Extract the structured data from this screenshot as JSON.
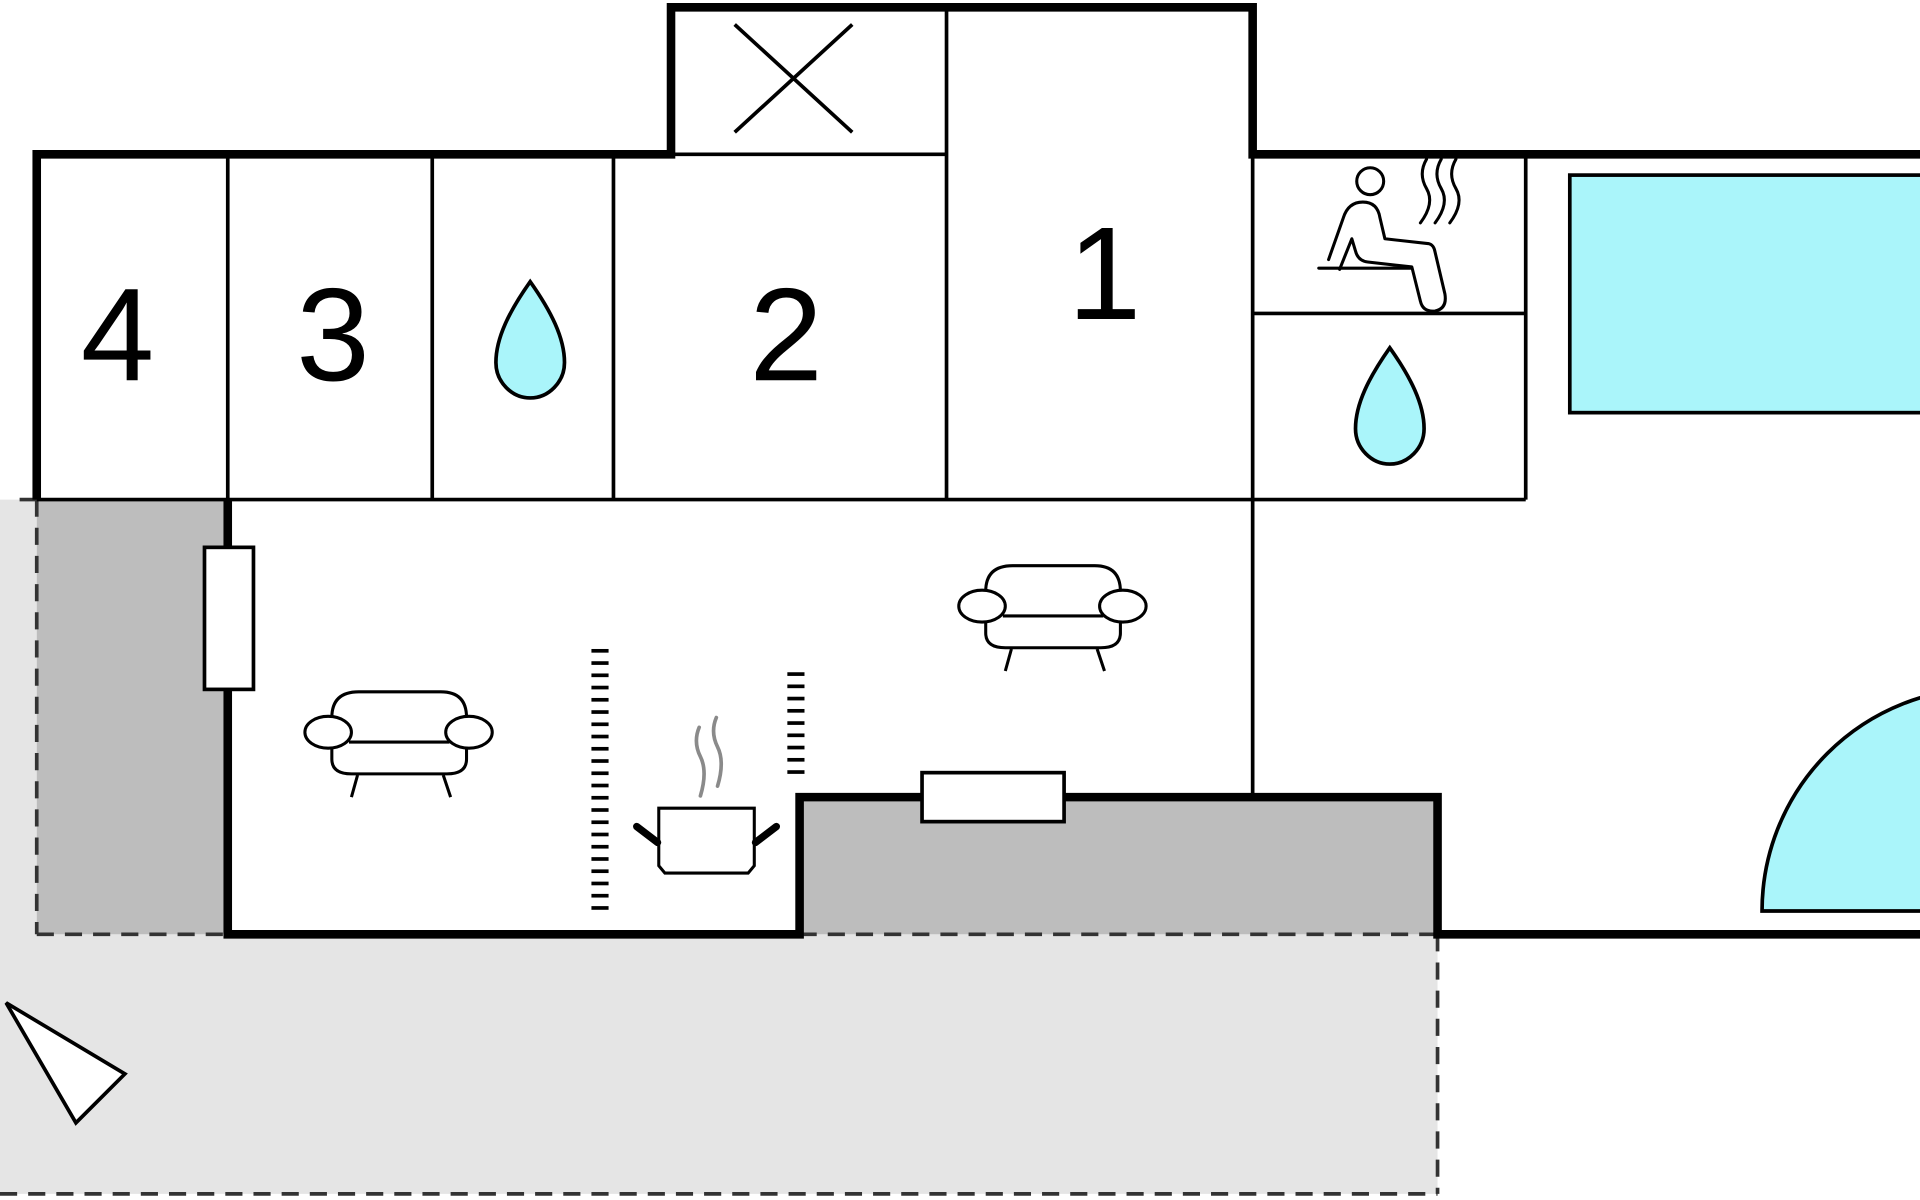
{
  "floorplan": {
    "rooms": [
      {
        "id": "bedroom-4",
        "label": "4",
        "icon": "number-label"
      },
      {
        "id": "bedroom-3",
        "label": "3",
        "icon": "number-label"
      },
      {
        "id": "bathroom-1",
        "label": "",
        "icon": "water-drop-icon"
      },
      {
        "id": "bedroom-2",
        "label": "2",
        "icon": "number-label"
      },
      {
        "id": "bedroom-1",
        "label": "1",
        "icon": "number-label"
      },
      {
        "id": "storage",
        "label": "",
        "icon": "cross-icon"
      },
      {
        "id": "sauna",
        "label": "",
        "icon": "sauna-icon"
      },
      {
        "id": "bathroom-2",
        "label": "",
        "icon": "water-drop-icon"
      },
      {
        "id": "living-room",
        "label": "",
        "icon": "sofa-icon"
      },
      {
        "id": "kitchen",
        "label": "",
        "icon": "cooking-pot-icon"
      },
      {
        "id": "lounge",
        "label": "",
        "icon": "sofa-icon"
      },
      {
        "id": "pool",
        "label": "",
        "icon": "pool-icon"
      },
      {
        "id": "hot-tub",
        "label": "",
        "icon": "whirlpool-icon"
      }
    ],
    "features": {
      "windows": [
        "window-icon",
        "window-icon"
      ],
      "north_arrow": "north-arrow-icon",
      "terrace": "terrace-area",
      "covered_terrace": "covered-terrace-area"
    },
    "colors": {
      "wall": "#000000",
      "water": "#aaf5fa",
      "terrace": "#e5e5e5",
      "covered": "#bdbdbd",
      "steam": "#8a8a8a",
      "background": "#ffffff"
    }
  }
}
